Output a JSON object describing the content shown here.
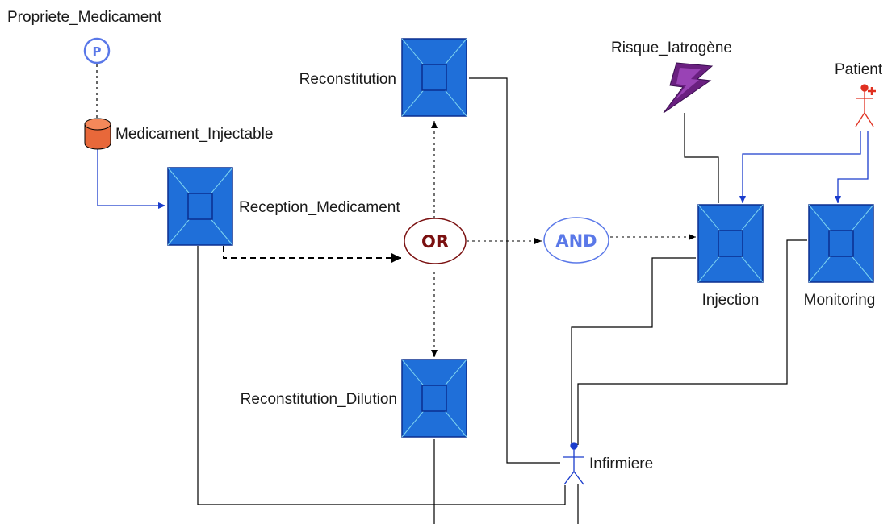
{
  "colors": {
    "process_fill": "#1f6fd9",
    "process_edge": "#0a2f8f",
    "process_diag": "#7ed4f0",
    "data_flow": "#1a3ccc",
    "control_line": "#000000",
    "or_gate": "#7a1010",
    "and_gate": "#5a78e8",
    "risk": "#6a2080",
    "patient": "#e03020",
    "actor": "#1a3ccc",
    "product": "#e8683a",
    "property": "#5a78e8"
  },
  "property": {
    "label": "Propriete_Medicament",
    "symbol": "P",
    "icon": "property-circle-icon"
  },
  "product": {
    "label": "Medicament_Injectable",
    "icon": "cylinder-icon"
  },
  "processes": {
    "reception": {
      "label": "Reception_Medicament"
    },
    "reconstitution": {
      "label": "Reconstitution"
    },
    "reconstitution_dilution": {
      "label": "Reconstitution_Dilution"
    },
    "injection": {
      "label": "Injection"
    },
    "monitoring": {
      "label": "Monitoring"
    }
  },
  "gates": {
    "or": {
      "label": "OR"
    },
    "and": {
      "label": "AND"
    }
  },
  "risk": {
    "label": "Risque_Iatrogène",
    "icon": "lightning-bolt-icon"
  },
  "patient": {
    "label": "Patient",
    "icon": "patient-actor-icon"
  },
  "actor": {
    "label": "Infirmiere",
    "icon": "stick-figure-icon"
  }
}
